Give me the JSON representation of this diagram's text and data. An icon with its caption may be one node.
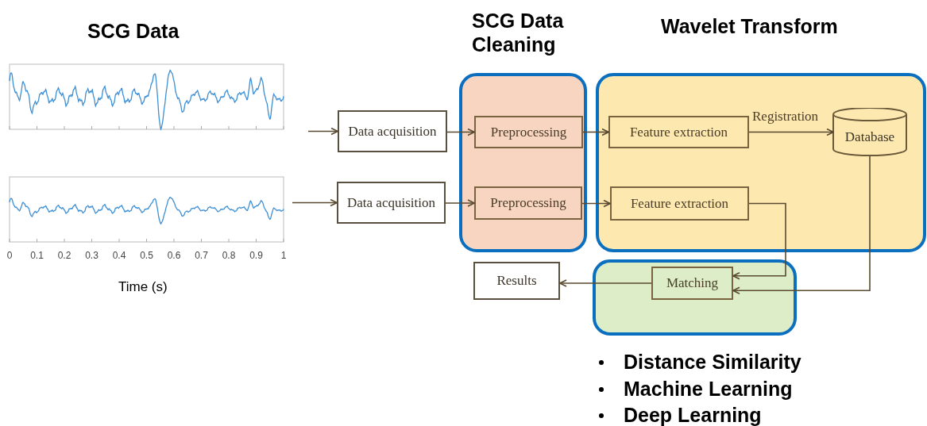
{
  "diagram": {
    "nodes": [
      {
        "text": [
          "Data acquisition"
        ]
      },
      {
        "text": [
          "Data acquisition"
        ]
      },
      {
        "text": [
          "SCG Data Cleaning"
        ]
      },
      {
        "text": [
          "Preprocessing"
        ],
        "in": 2
      },
      {
        "text": [
          "Preprocessing"
        ],
        "in": 2
      },
      {
        "text": [
          "Wavelet Transform"
        ]
      },
      {
        "text": [
          "Feature extraction"
        ],
        "in": 5
      },
      {
        "text": [
          "Feature extraction"
        ],
        "in": 5
      },
      {
        "text": [
          "Database"
        ],
        "in": 5
      },
      {
        "text": [
          "Results"
        ]
      },
      {
        "text": [],
        "shape": "box"
      },
      {
        "text": [
          "Matching"
        ],
        "in": 10
      }
    ],
    "edges": [
      {
        "from": null,
        "to": 0,
        "arrow": "to"
      },
      {
        "from": null,
        "to": 1,
        "arrow": "to"
      },
      {
        "from": 0,
        "to": 3,
        "arrow": "to"
      },
      {
        "from": 1,
        "to": 4,
        "arrow": "to"
      },
      {
        "from": 3,
        "to": 6,
        "arrow": "to"
      },
      {
        "from": 4,
        "to": 7,
        "arrow": "to"
      },
      {
        "from": 6,
        "to": 8,
        "arrow": "to",
        "label": "Registration"
      },
      {
        "from": 7,
        "to": 11,
        "arrow": "to"
      },
      {
        "from": 8,
        "to": 11,
        "arrow": "to"
      },
      {
        "from": 11,
        "to": 9,
        "arrow": "to"
      }
    ],
    "labels": [
      "SCG Data",
      "0",
      "0.1",
      "0.2",
      "0.3",
      "0.4",
      "0.5",
      "0.6",
      "0.7",
      "0.8",
      "0.9",
      "1",
      "Time (s)",
      "Distance Similarity",
      "Machine Learning",
      "Deep Learning"
    ]
  }
}
